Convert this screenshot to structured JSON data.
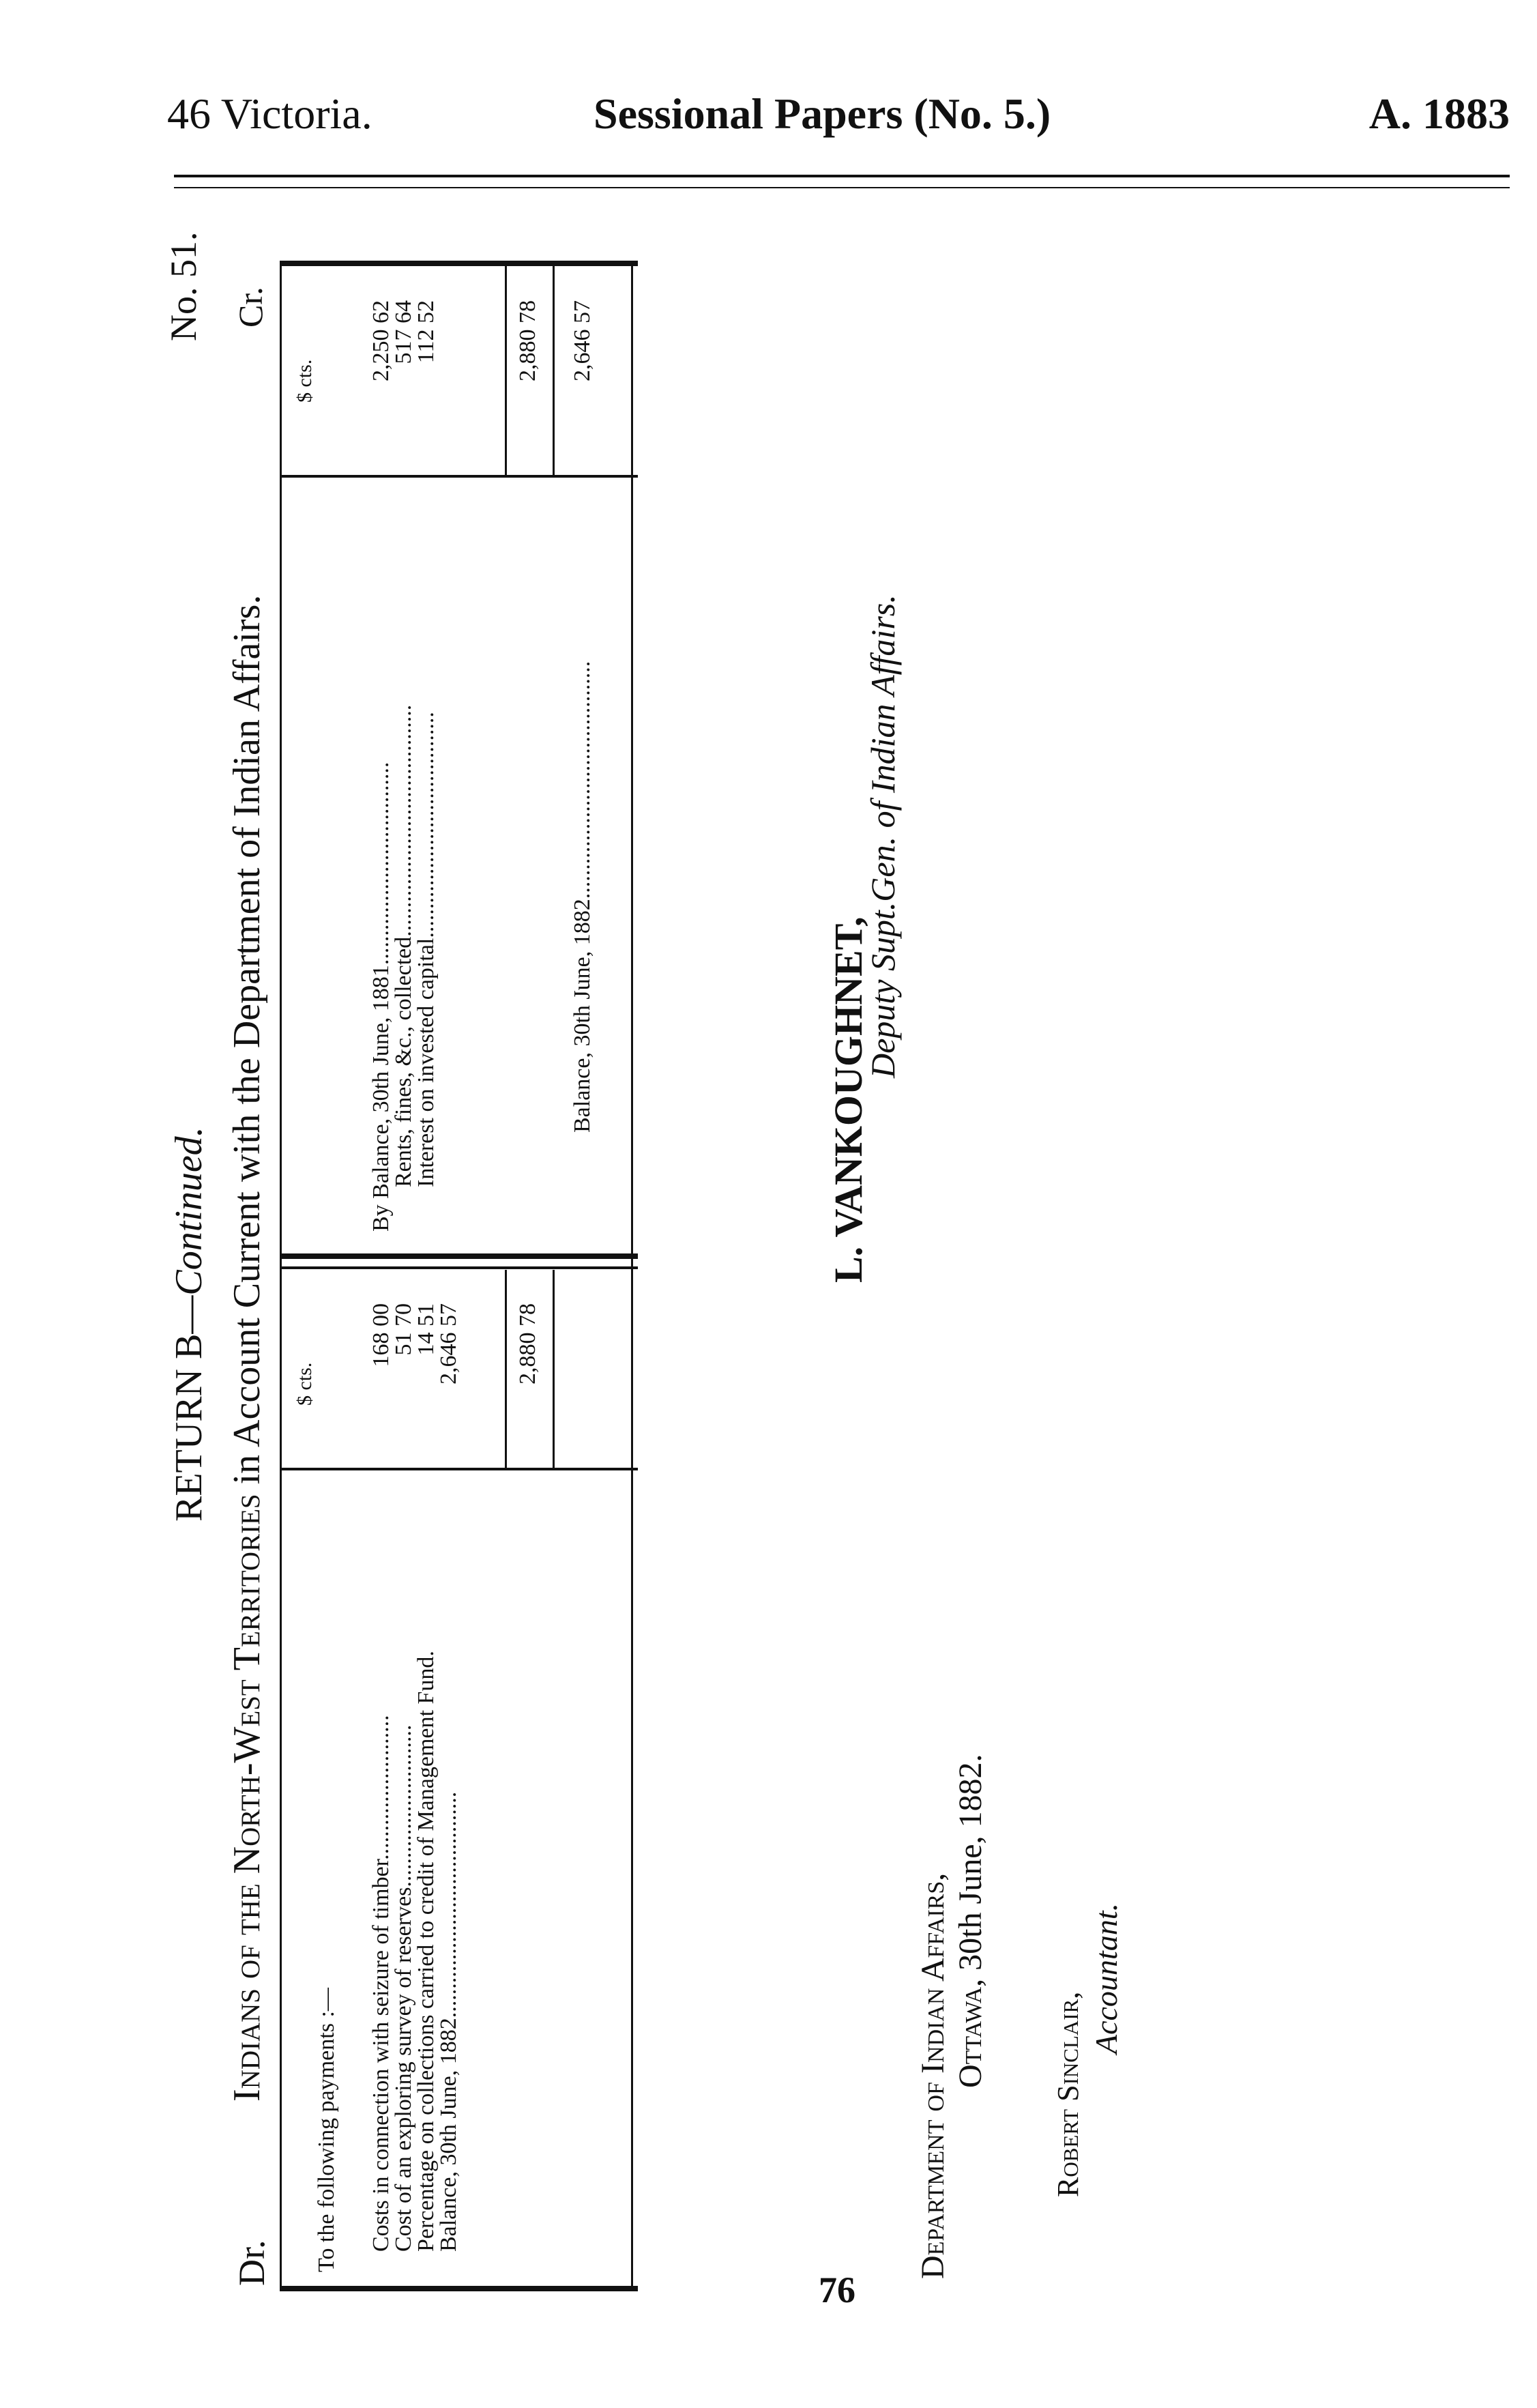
{
  "header": {
    "left": "46 Victoria.",
    "center": "Sessional Papers (No. 5.)",
    "right": "A. 1883"
  },
  "return": {
    "title": "RETURN B—",
    "title_italic": "Continued.",
    "number": "No. 51.",
    "dr": "Dr.",
    "cr": "Cr.",
    "heading_sc": "Indians of the North-West Territories",
    "heading_rest": " in Account Current with the Department of Indian Affairs.",
    "unit_label": "$ cts."
  },
  "debit": {
    "intro": "To the following payments :—",
    "items": [
      {
        "label": "Costs in connection with seizure of timber.........................",
        "value": "168 00"
      },
      {
        "label": "Cost of an exploring survey of reserves............................",
        "value": "51 70"
      },
      {
        "label": "Percentage on collections carried to credit of Management Fund.",
        "value": "14 51"
      },
      {
        "label": "Balance, 30th June, 1882.......................................",
        "value": "2,646 57"
      }
    ],
    "total": "2,880 78"
  },
  "credit": {
    "items": [
      {
        "label": "By Balance, 30th June, 1881...................................",
        "value": "2,250 62"
      },
      {
        "label": "Rents, fines, &c., collected........................................",
        "value": "517 64"
      },
      {
        "label": "Interest on invested capital.......................................",
        "value": "112 52"
      }
    ],
    "total": "2,880 78",
    "balance_label": "Balance, 30th June, 1882.........................................",
    "balance_value": "2,646 57"
  },
  "signatures": {
    "name": "L. VANKOUGHNET,",
    "title": "Deputy Supt.Gen. of Indian Affairs.",
    "dept_line1": "Department of Indian Affairs,",
    "dept_line2_sc": "Ottawa,",
    "dept_line2_rest": " 30th June, 1882.",
    "accountant_name": "Robert Sinclair,",
    "accountant_title": "Accountant."
  },
  "page_number": "76"
}
